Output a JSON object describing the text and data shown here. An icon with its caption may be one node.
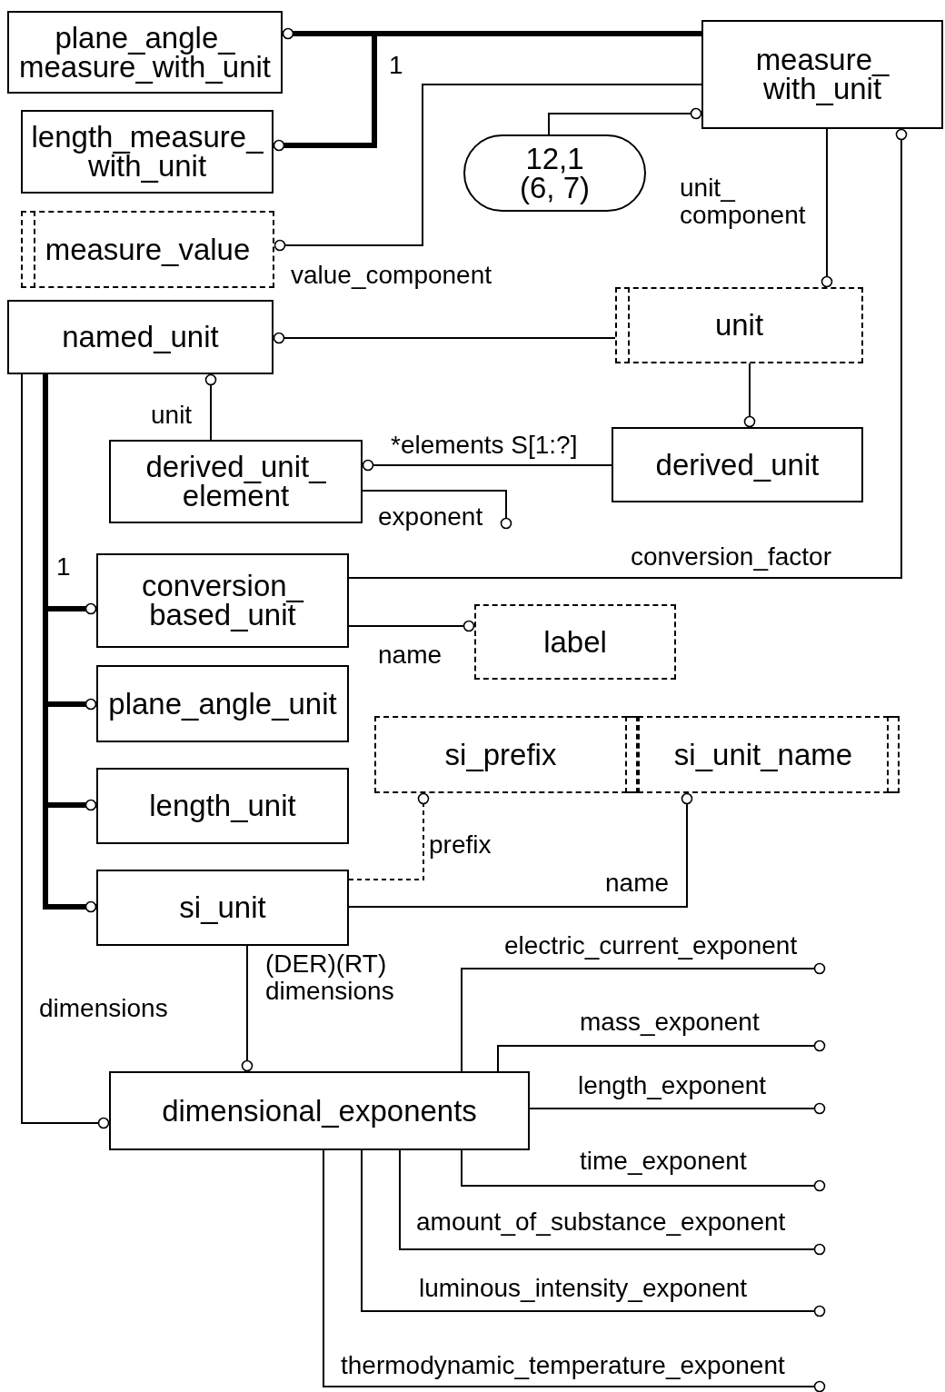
{
  "diagram": {
    "nodes": [
      {
        "text": [
          "plane_angle_ measure_with_unit"
        ]
      },
      {
        "text": [
          "measure_ with_unit"
        ]
      },
      {
        "text": [
          "length_measure_ with_unit"
        ]
      },
      {
        "text": [
          "12,1 (6, 7)"
        ]
      },
      {
        "text": [
          "measure_value"
        ]
      },
      {
        "text": [
          "named_unit"
        ]
      },
      {
        "text": [
          "unit"
        ]
      },
      {
        "text": [
          "derived_unit_ element"
        ]
      },
      {
        "text": [
          "derived_unit"
        ]
      },
      {
        "text": [
          "conversion_ based_unit"
        ]
      },
      {
        "text": [
          "label"
        ]
      },
      {
        "text": [
          "plane_angle_unit"
        ]
      },
      {
        "text": [
          "si_prefix"
        ]
      },
      {
        "text": [
          "si_unit_name"
        ]
      },
      {
        "text": [
          "length_unit"
        ]
      },
      {
        "text": [
          "si_unit"
        ]
      },
      {
        "text": [
          "dimensional_exponents"
        ]
      }
    ],
    "edges": [
      {
        "from": 1,
        "to": 0,
        "arrow": "other",
        "style": "thick"
      },
      {
        "from": 1,
        "to": 2,
        "arrow": "other",
        "style": "thick"
      },
      {
        "from": 1,
        "to": 4,
        "arrow": "other",
        "label": "value_component"
      },
      {
        "from": 3,
        "to": 1,
        "arrow": "other"
      },
      {
        "from": 1,
        "to": 6,
        "arrow": "other",
        "label": "unit_ component"
      },
      {
        "from": 9,
        "to": 1,
        "arrow": "other",
        "label": "conversion_factor"
      },
      {
        "from": 6,
        "to": 5,
        "arrow": "other"
      },
      {
        "from": 6,
        "to": 8,
        "arrow": "other"
      },
      {
        "from": 7,
        "to": 5,
        "arrow": "other",
        "label": "unit"
      },
      {
        "from": 8,
        "to": 7,
        "arrow": "other",
        "label": "*elements S[1:?]"
      },
      {
        "from": 7,
        "to": null,
        "arrow": "other",
        "label": "exponent"
      },
      {
        "from": 5,
        "to": 9,
        "arrow": "other",
        "style": "thick"
      },
      {
        "from": 5,
        "to": 11,
        "arrow": "other",
        "style": "thick"
      },
      {
        "from": 5,
        "to": 14,
        "arrow": "other",
        "style": "thick"
      },
      {
        "from": 5,
        "to": 15,
        "arrow": "other",
        "style": "thick"
      },
      {
        "from": 9,
        "to": 10,
        "arrow": "other",
        "label": "name"
      },
      {
        "from": 15,
        "to": 12,
        "arrow": "other",
        "style": "dashed",
        "label": "prefix"
      },
      {
        "from": 15,
        "to": 13,
        "arrow": "other",
        "label": "name"
      },
      {
        "from": 15,
        "to": 16,
        "arrow": "other",
        "label": "(DER)(RT) dimensions"
      },
      {
        "from": 5,
        "to": 16,
        "arrow": "other",
        "label": "dimensions"
      },
      {
        "from": 16,
        "to": null,
        "arrow": "other",
        "label": "electric_current_exponent"
      },
      {
        "from": 16,
        "to": null,
        "arrow": "other",
        "label": "mass_exponent"
      },
      {
        "from": 16,
        "to": null,
        "arrow": "other",
        "label": "length_exponent"
      },
      {
        "from": 16,
        "to": null,
        "arrow": "other",
        "label": "time_exponent"
      },
      {
        "from": 16,
        "to": null,
        "arrow": "other",
        "label": "amount_of_substance_exponent"
      },
      {
        "from": 16,
        "to": null,
        "arrow": "other",
        "label": "luminous_intensity_exponent"
      },
      {
        "from": 16,
        "to": null,
        "arrow": "other",
        "label": "thermodynamic_temperature_exponent"
      }
    ],
    "labels": [
      "1",
      "1"
    ]
  }
}
